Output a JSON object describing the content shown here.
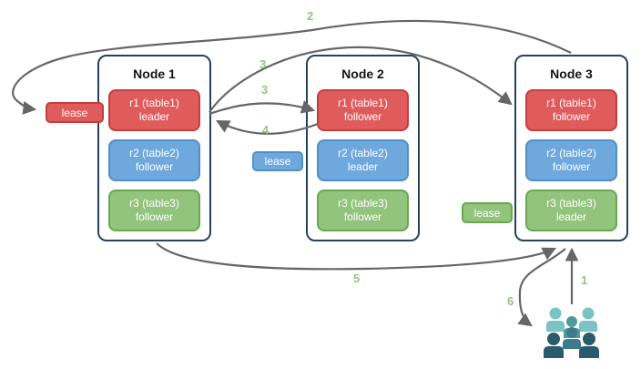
{
  "nodes": [
    {
      "title": "Node 1",
      "replicas": [
        {
          "name": "r1 (table1)",
          "role": "leader",
          "color": "red"
        },
        {
          "name": "r2 (table2)",
          "role": "follower",
          "color": "blue"
        },
        {
          "name": "r3 (table3)",
          "role": "follower",
          "color": "green"
        }
      ]
    },
    {
      "title": "Node 2",
      "replicas": [
        {
          "name": "r1 (table1)",
          "role": "follower",
          "color": "red"
        },
        {
          "name": "r2 (table2)",
          "role": "leader",
          "color": "blue"
        },
        {
          "name": "r3 (table3)",
          "role": "follower",
          "color": "green"
        }
      ]
    },
    {
      "title": "Node 3",
      "replicas": [
        {
          "name": "r1 (table1)",
          "role": "follower",
          "color": "red"
        },
        {
          "name": "r2 (table2)",
          "role": "follower",
          "color": "blue"
        },
        {
          "name": "r3 (table3)",
          "role": "leader",
          "color": "green"
        }
      ]
    }
  ],
  "leases": [
    {
      "label": "lease",
      "color": "red"
    },
    {
      "label": "lease",
      "color": "blue"
    },
    {
      "label": "lease",
      "color": "green"
    }
  ],
  "steps": {
    "s1": "1",
    "s2": "2",
    "s3a": "3",
    "s3b": "3",
    "s4": "4",
    "s5": "5",
    "s6": "6"
  },
  "icons": {
    "users": "users-group-icon"
  },
  "colors": {
    "table1_red": "#e05c5c",
    "table1_red_border": "#c53d3d",
    "table2_blue": "#6fa8dc",
    "table2_blue_border": "#4f8fca",
    "table3_green": "#93c47d",
    "table3_green_border": "#69a84f",
    "node_border": "#26425f",
    "arrow_gray": "#666666",
    "step_label_green": "#93c47d",
    "users_light_teal": "#7cc3c3",
    "users_mid_teal": "#4e9aa0",
    "users_dark_teal": "#2a5b6c"
  }
}
